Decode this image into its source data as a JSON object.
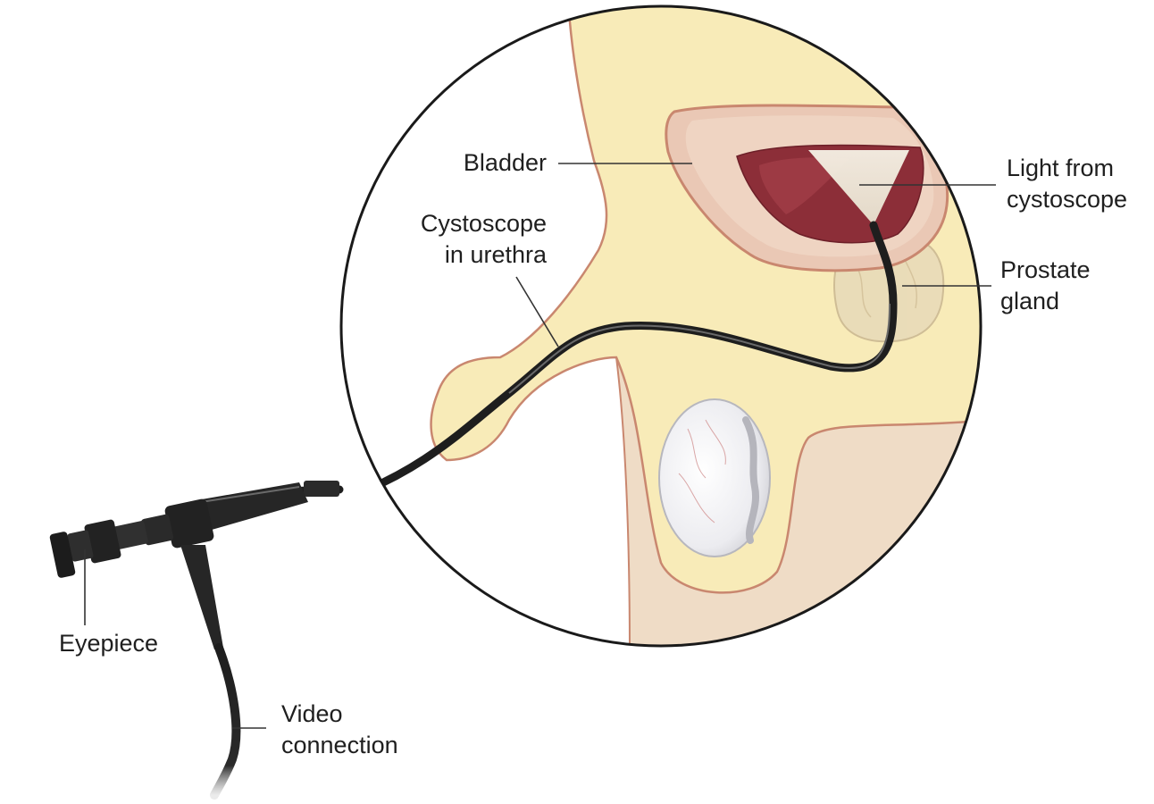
{
  "labels": {
    "bladder": "Bladder",
    "light": [
      "Light from",
      "cystoscope"
    ],
    "cystoscope": [
      "Cystoscope",
      "in urethra"
    ],
    "prostate": [
      "Prostate",
      "gland"
    ],
    "eyepiece": "Eyepiece",
    "video": [
      "Video",
      "connection"
    ]
  },
  "colors": {
    "skin": "#f8ebb8",
    "skin_outline": "#c9876f",
    "shadow_tissue": "#efdcc6",
    "bladder_wall": "#eac8b5",
    "bladder_interior": "#8c2e38",
    "light_beam": "#f3eedd",
    "prostate": "#e9dcb8",
    "testis": "#eeeef2",
    "instrument": "#1e1e1e",
    "leader_lines": "#333333"
  }
}
